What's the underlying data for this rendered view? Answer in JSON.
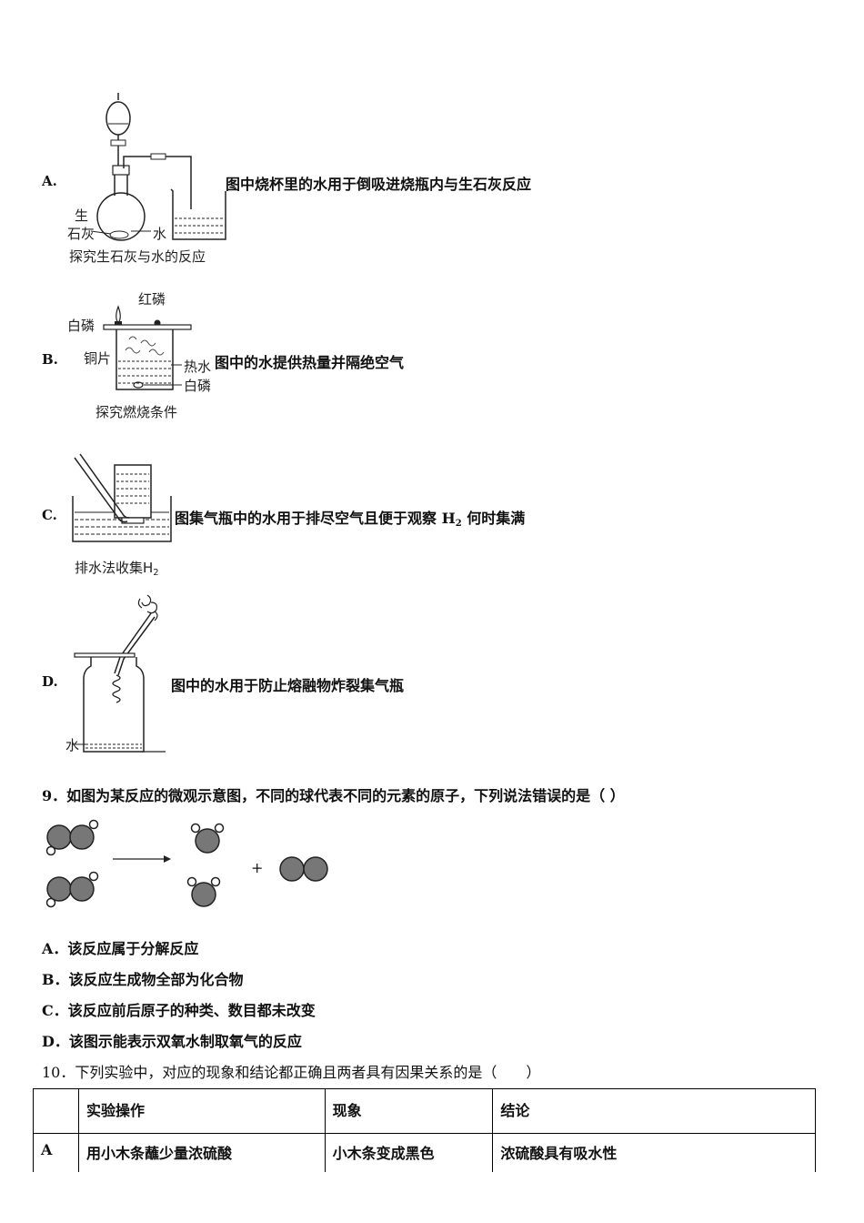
{
  "options_prev": [
    {
      "letter": "A.",
      "text": "图中烧杯里的水用于倒吸进烧瓶内与生石灰反应",
      "labels": {
        "lime_1": "生",
        "lime_2": "石灰",
        "water": "水"
      },
      "caption": "探究生石灰与水的反应"
    },
    {
      "letter": "B.",
      "text": "图中的水提供热量并隔绝空气",
      "labels": {
        "red_p": "红磷",
        "white_p_top": "白磷",
        "copper": "铜片",
        "hot_water": "热水",
        "white_p_bottom": "白磷"
      },
      "caption": "探究燃烧条件"
    },
    {
      "letter": "C.",
      "text_before": "图集气瓶中的水用于排尽空气且便于观察 H",
      "text_sub": "2",
      "text_after": " 何时集满",
      "caption_main": "排水法收集H",
      "caption_sub": "2"
    },
    {
      "letter": "D.",
      "text": "图中的水用于防止熔融物炸裂集气瓶",
      "labels": {
        "water": "水"
      }
    }
  ],
  "q9": {
    "title": "9．如图为某反应的微观示意图，不同的球代表不同的元素的原子，下列说法错误的是（ ）",
    "plus": "+",
    "answers": [
      "A．该反应属于分解反应",
      "B．该反应生成物全部为化合物",
      "C．该反应前后原子的种类、数目都未改变",
      "D．该图示能表示双氧水制取氧气的反应"
    ]
  },
  "q10": {
    "title": "10．下列实验中，对应的现象和结论都正确且两者具有因果关系的是（　　）",
    "table": {
      "headers": [
        "",
        "实验操作",
        "现象",
        "结论"
      ],
      "rows": [
        [
          "A",
          "用小木条蘸少量浓硫酸",
          "小木条变成黑色",
          "浓硫酸具有吸水性"
        ]
      ]
    }
  }
}
